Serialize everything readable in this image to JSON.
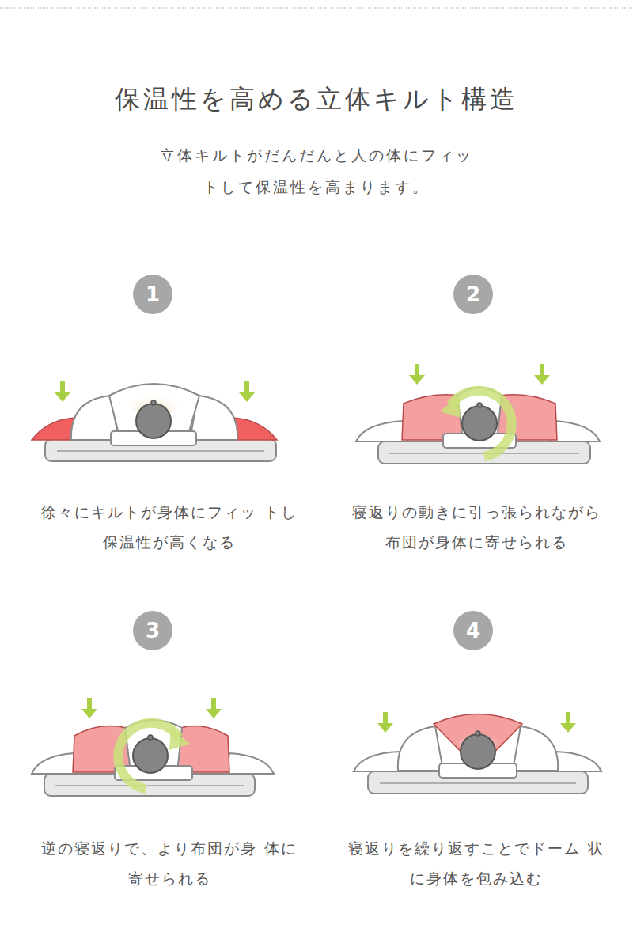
{
  "diagram": {
    "title": "保温性を高める立体キルト構造",
    "caption": "立体キルトがだんだんと人の体にフィッ トして保温性を高まります。",
    "nodes": [
      {
        "text": [
          "1"
        ]
      },
      {
        "text": [
          "2"
        ]
      },
      {
        "text": [
          "3"
        ]
      },
      {
        "text": [
          "4"
        ]
      }
    ],
    "labels": [
      "徐々にキルトが身体にフィッ トし保温性が高くなる",
      "寝返りの動きに引っ張られながら 布団が身体に寄せられる",
      "逆の寝返りで、より布団が身 体に寄せられる",
      "寝返りを繰り返すことでドーム 状に身体を包み込む"
    ]
  }
}
